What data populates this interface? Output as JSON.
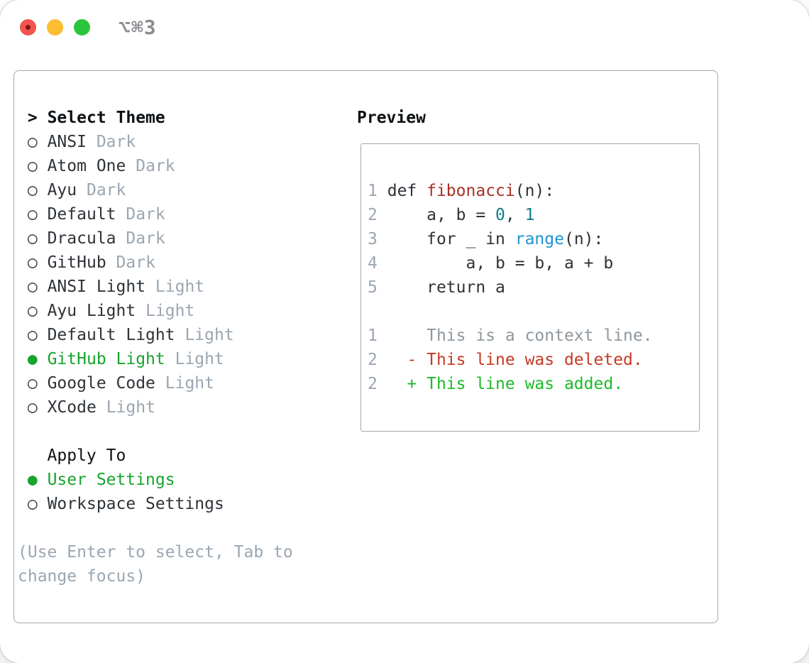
{
  "window": {
    "title": "⌥⌘3",
    "traffic_lights": [
      "close",
      "minimize",
      "zoom"
    ]
  },
  "dialog": {
    "header": {
      "marker": ">",
      "label": "Select Theme"
    },
    "markers": {
      "unselected": "○",
      "selected": "●"
    },
    "themes": [
      {
        "name": "ANSI",
        "variant": "Dark",
        "selected": false
      },
      {
        "name": "Atom One",
        "variant": "Dark",
        "selected": false
      },
      {
        "name": "Ayu",
        "variant": "Dark",
        "selected": false
      },
      {
        "name": "Default",
        "variant": "Dark",
        "selected": false
      },
      {
        "name": "Dracula",
        "variant": "Dark",
        "selected": false
      },
      {
        "name": "GitHub",
        "variant": "Dark",
        "selected": false
      },
      {
        "name": "ANSI Light",
        "variant": "Light",
        "selected": false
      },
      {
        "name": "Ayu Light",
        "variant": "Light",
        "selected": false
      },
      {
        "name": "Default Light",
        "variant": "Light",
        "selected": false
      },
      {
        "name": "GitHub Light",
        "variant": "Light",
        "selected": true
      },
      {
        "name": "Google Code",
        "variant": "Light",
        "selected": false
      },
      {
        "name": "XCode",
        "variant": "Light",
        "selected": false
      }
    ],
    "apply_to": {
      "label": "Apply To",
      "options": [
        {
          "label": "User Settings",
          "selected": true
        },
        {
          "label": "Workspace Settings",
          "selected": false
        }
      ]
    },
    "help_lines": [
      "(Use Enter to select, Tab to",
      "change focus)"
    ]
  },
  "preview": {
    "title": "Preview",
    "code_lines": [
      {
        "num": "1",
        "segments": [
          {
            "text": "def ",
            "style": "plain"
          },
          {
            "text": "fibonacci",
            "style": "function"
          },
          {
            "text": "(n):",
            "style": "plain"
          }
        ]
      },
      {
        "num": "2",
        "segments": [
          {
            "text": "    a, b = ",
            "style": "plain"
          },
          {
            "text": "0",
            "style": "number"
          },
          {
            "text": ", ",
            "style": "plain"
          },
          {
            "text": "1",
            "style": "number"
          }
        ]
      },
      {
        "num": "3",
        "segments": [
          {
            "text": "    for _ in ",
            "style": "plain"
          },
          {
            "text": "range",
            "style": "builtin"
          },
          {
            "text": "(n):",
            "style": "plain"
          }
        ]
      },
      {
        "num": "4",
        "segments": [
          {
            "text": "        a, b = b, a + b",
            "style": "plain"
          }
        ]
      },
      {
        "num": "5",
        "segments": [
          {
            "text": "    return a",
            "style": "plain"
          }
        ]
      }
    ],
    "diff_lines": [
      {
        "num": "1",
        "text": "     This is a context line.",
        "type": "context"
      },
      {
        "num": "2",
        "text": "   - This line was deleted.",
        "type": "deleted"
      },
      {
        "num": "2",
        "text": "   + This line was added.",
        "type": "added"
      }
    ]
  },
  "colors": {
    "accent_green": "#17a42e",
    "added_green": "#1cbb28",
    "deleted_red": "#c43b26",
    "function_red": "#a93127",
    "number_teal": "#0e7e8a",
    "builtin_blue": "#2095d2",
    "text_dark": "#2e3338",
    "header_black": "#0d1114",
    "muted_gray": "#9ba6b1",
    "line_number": "#9aa6b3",
    "context_gray": "#8f979d",
    "border_gray": "#9fa7b2",
    "title_gray": "#8a8d90",
    "traffic_red": "#f4534e",
    "traffic_red_dot": "#7b1511",
    "traffic_yellow": "#fcbd30",
    "traffic_green": "#2bc53d"
  }
}
